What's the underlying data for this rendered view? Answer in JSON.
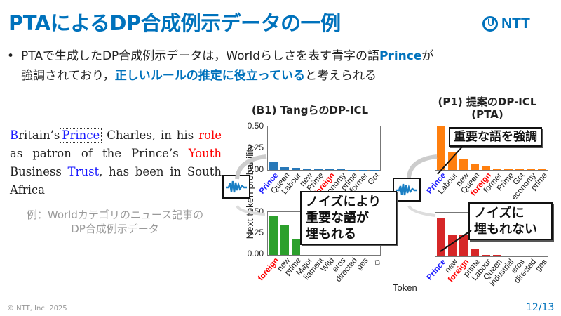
{
  "header": {
    "title": "PTAによるDP合成例示データの一例",
    "logo_text": "NTT"
  },
  "bullet": {
    "marker": "•",
    "line1_pre": "PTAで生成したDP合成例示データは，Worldらしさを表す青字の語",
    "line1_em": "Prince",
    "line1_post": "が",
    "line2_pre": "強調されており，",
    "line2_em": "正しいルールの推定に役立っている",
    "line2_post": "と考えられる"
  },
  "example": {
    "w1": "B",
    "w1_rest": "ritain’s",
    "prince": "Prince",
    "t1": " Charles, in his ",
    "role": "role",
    "t2": " as patron of the Prince’s ",
    "youth": "Youth",
    "t3": " Business ",
    "trust": "Trust",
    "t4": ", has been in South Africa",
    "caption_line1": "例：Worldカテゴリのニュース記事の",
    "caption_line2": "DP合成例示データ"
  },
  "axes": {
    "ylabel": "Next token probability",
    "xlabel": "Token",
    "yticks": [
      "0.50",
      "0.25",
      "0.00"
    ]
  },
  "callouts": {
    "b1": "ノイズにより\n重要な語が\n埋もれる",
    "p1_top": "重要な語を強調",
    "p1_bottom": "ノイズに\n埋もれない"
  },
  "footer": {
    "copyright": "© NTT, Inc.  2025",
    "page": "12/13"
  },
  "colors": {
    "accent": "#0072bc",
    "b1_top_bar": "#2878b8",
    "b1_bottom_bar": "#2ca02c",
    "p1_top_bar": "#ff7f0e",
    "p1_bottom_bar": "#d62728",
    "highlight_blue": "#1a1aff",
    "highlight_red": "#ff0000"
  },
  "chart_data": [
    {
      "type": "bar",
      "title": "(B1) TangらのDP-ICL",
      "subtitle": "top",
      "categories": [
        "Prince",
        "Queen",
        "Labour",
        "new",
        "Prime",
        "foreign",
        "economy",
        "prime",
        "former",
        "Got"
      ],
      "values": [
        0.09,
        0.035,
        0.022,
        0.02,
        0.012,
        0.01,
        0.005,
        0.003,
        0.002,
        0.002
      ],
      "ylabel": "Next token probability",
      "ylim": [
        0,
        0.5
      ],
      "label_colors": {
        "Prince": "#1a1aff",
        "foreign": "#ff0000"
      }
    },
    {
      "type": "bar",
      "title": "(B1) TangらのDP-ICL",
      "subtitle": "bottom",
      "categories": [
        "foreign",
        "new",
        "prime",
        "Major",
        "liament",
        "Wild",
        "eros",
        "directed",
        "ges",
        "◇"
      ],
      "values": [
        0.46,
        0.35,
        0.18,
        0.0,
        0.0,
        0.0,
        0.0,
        0.0,
        0.0,
        0.0
      ],
      "ylabel": "Next token probability",
      "ylim": [
        0,
        0.5
      ],
      "label_colors": {
        "foreign": "#ff0000"
      }
    },
    {
      "type": "bar",
      "title": "(P1) 提案のDP-ICL (PTA)",
      "subtitle": "top",
      "categories": [
        "Prince",
        "Labour",
        "new",
        "Queen",
        "foreign",
        "former",
        "Prime",
        "Got",
        "economy",
        "prime"
      ],
      "values": [
        0.5,
        0.2,
        0.12,
        0.07,
        0.05,
        0.015,
        0.01,
        0.008,
        0.006,
        0.005
      ],
      "ylim": [
        0,
        0.5
      ],
      "label_colors": {
        "Prince": "#1a1aff",
        "foreign": "#ff0000"
      }
    },
    {
      "type": "bar",
      "title": "(P1) 提案のDP-ICL (PTA)",
      "subtitle": "bottom",
      "categories": [
        "Prince",
        "new",
        "foreign",
        "prime",
        "Labour",
        "Queen",
        "industrial",
        "eros",
        "directed",
        "ges"
      ],
      "values": [
        0.44,
        0.25,
        0.24,
        0.08,
        0.02,
        0.015,
        0.0,
        0.0,
        0.0,
        0.0
      ],
      "xlabel": "Token",
      "ylim": [
        0,
        0.5
      ],
      "label_colors": {
        "Prince": "#1a1aff",
        "foreign": "#ff0000"
      }
    }
  ]
}
